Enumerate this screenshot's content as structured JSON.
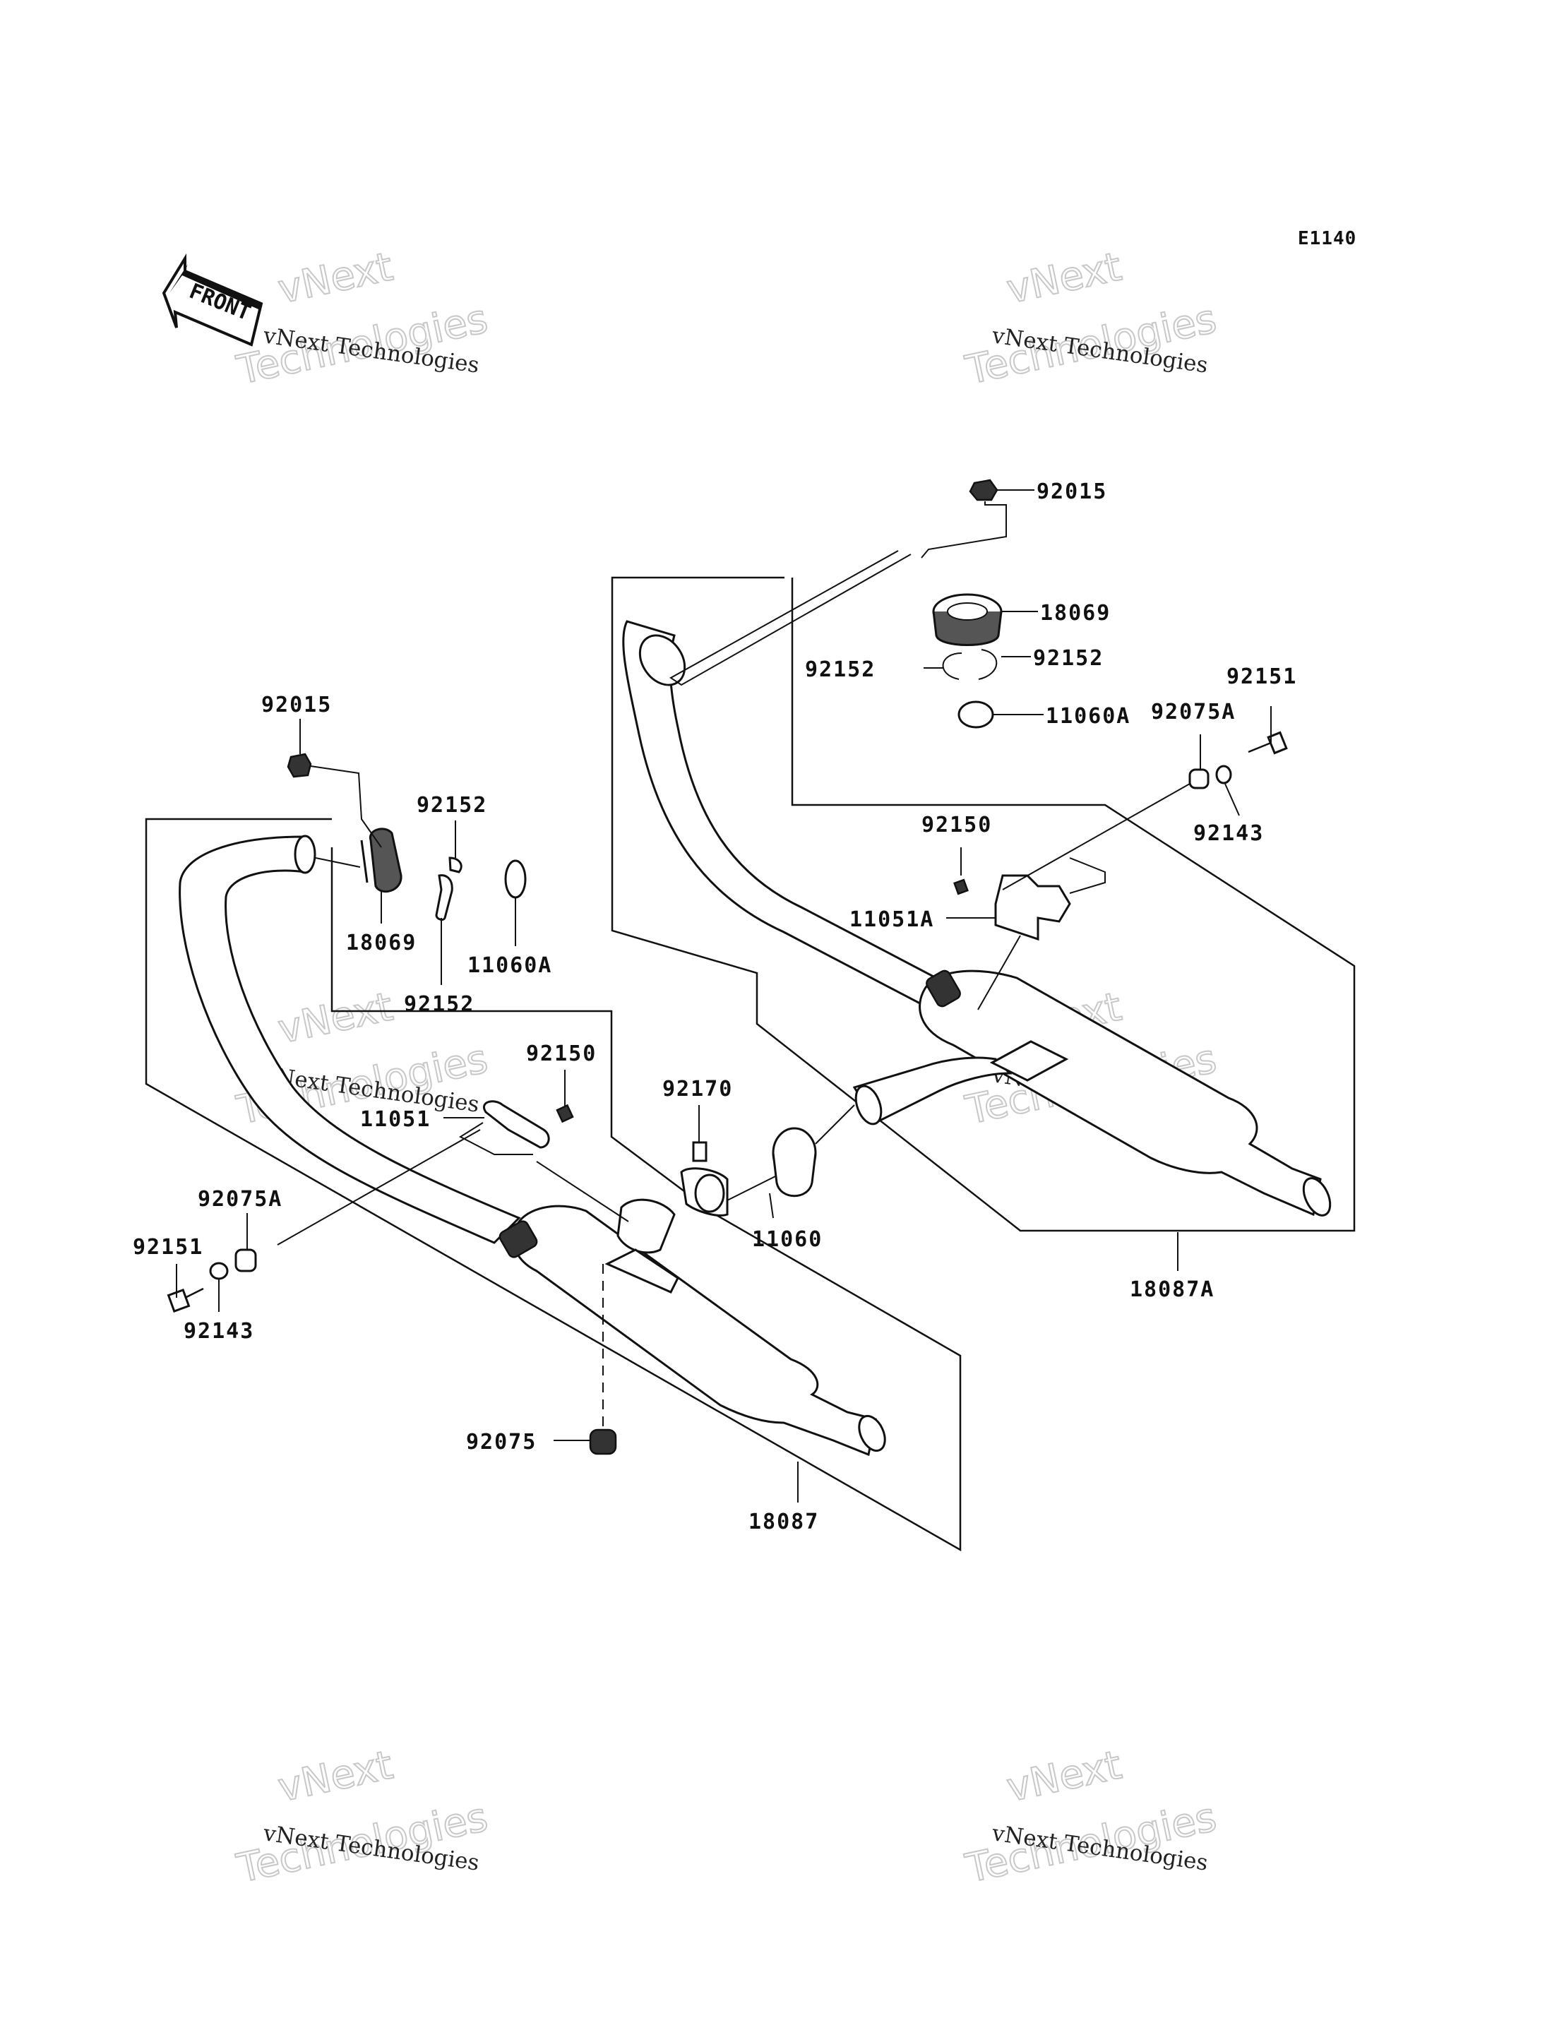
{
  "diagram_code": "E1140",
  "front_arrow_text": "FRONT",
  "watermark": {
    "line1": "vNext Technologies",
    "line2": "vNext",
    "line3": "Technologies"
  },
  "parts": {
    "nut_right": "92015",
    "gasket_right": "18069",
    "ring_right_a": "92152",
    "ring_right_b": "92152",
    "gasket_small_right": "11060A",
    "bolt_right": "92151",
    "damper_right": "92075A",
    "collar_right": "92143",
    "bolt_bracket_right": "92150",
    "bracket_right": "11051A",
    "muffler_right": "18087A",
    "nut_left": "92015",
    "ring_left_a": "92152",
    "gasket_left": "18069",
    "ring_left_b": "92152",
    "gasket_small_left": "11060A",
    "bolt_bracket_left": "92150",
    "bracket_left": "11051",
    "clamp": "92170",
    "gasket_joint": "11060",
    "damper_left": "92075A",
    "bolt_left": "92151",
    "collar_left": "92143",
    "damper_bottom": "92075",
    "muffler_left": "18087"
  }
}
